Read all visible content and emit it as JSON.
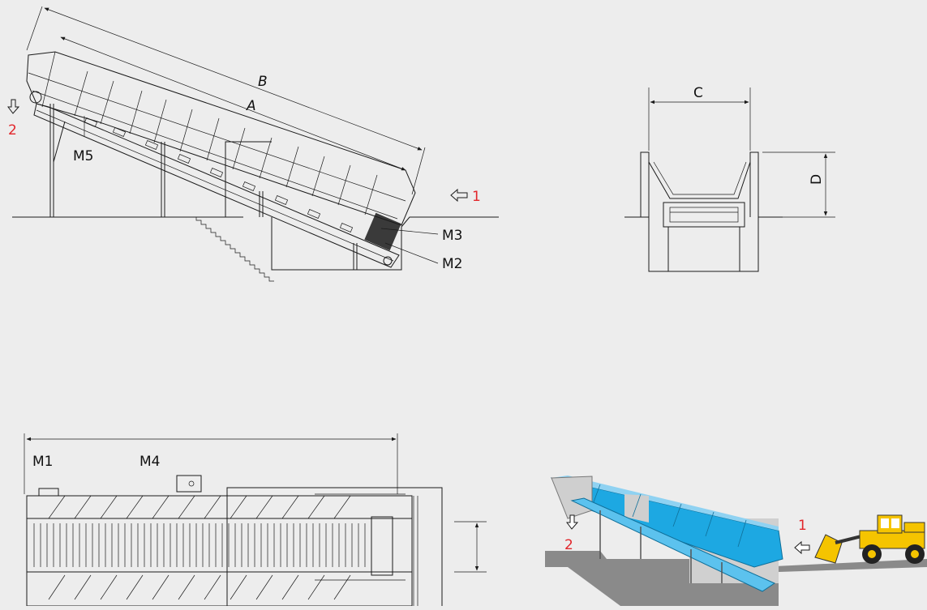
{
  "side_view": {
    "dim_outer": "B",
    "dim_inner": "A",
    "feed_number": "1",
    "discharge_number": "2",
    "motors": [
      "M5",
      "M3",
      "M2"
    ]
  },
  "end_view": {
    "dim_width": "C",
    "dim_height": "D"
  },
  "top_view": {
    "motors": [
      "M1",
      "M4"
    ]
  },
  "render_view": {
    "feed_number": "1",
    "discharge_number": "2"
  },
  "colors": {
    "background": "#ededed",
    "line": "#1a1a1a",
    "accent_red": "#e2262b",
    "hopper_blue": "#1da8e2",
    "loader_yellow": "#f5c400"
  }
}
